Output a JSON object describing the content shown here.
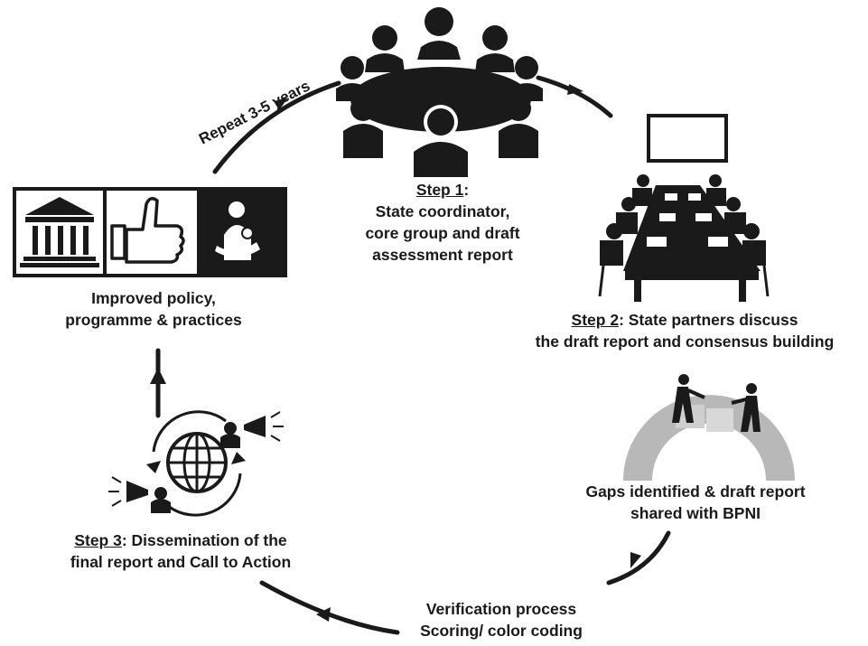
{
  "cycle": {
    "repeat_label": "Repeat 3-5 years",
    "step1": {
      "heading": "Step 1",
      "lines": [
        "State coordinator,",
        "core group and draft",
        "assessment report"
      ]
    },
    "step2": {
      "heading": "Step 2",
      "rest": ": State partners discuss",
      "line2": "the draft report and consensus building"
    },
    "gaps": {
      "lines": [
        "Gaps identified & draft report",
        "shared with BPNI"
      ]
    },
    "verification": {
      "lines": [
        "Verification process",
        "Scoring/ color coding"
      ]
    },
    "step3": {
      "heading": "Step 3",
      "rest": ": Dissemination of the",
      "line2": "final report and Call to Action"
    },
    "improved": {
      "lines": [
        "Improved policy,",
        "programme & practices"
      ]
    }
  },
  "colors": {
    "ink": "#1a1a1a",
    "puzzle_grey": "#b8b8b8",
    "screen": "#ffffff"
  },
  "icons": [
    "round-table-meeting-icon",
    "conference-room-icon",
    "puzzle-bridge-icon",
    "globe-megaphone-icon",
    "government-building-icon",
    "thumbs-up-icon",
    "breastfeeding-icon"
  ]
}
